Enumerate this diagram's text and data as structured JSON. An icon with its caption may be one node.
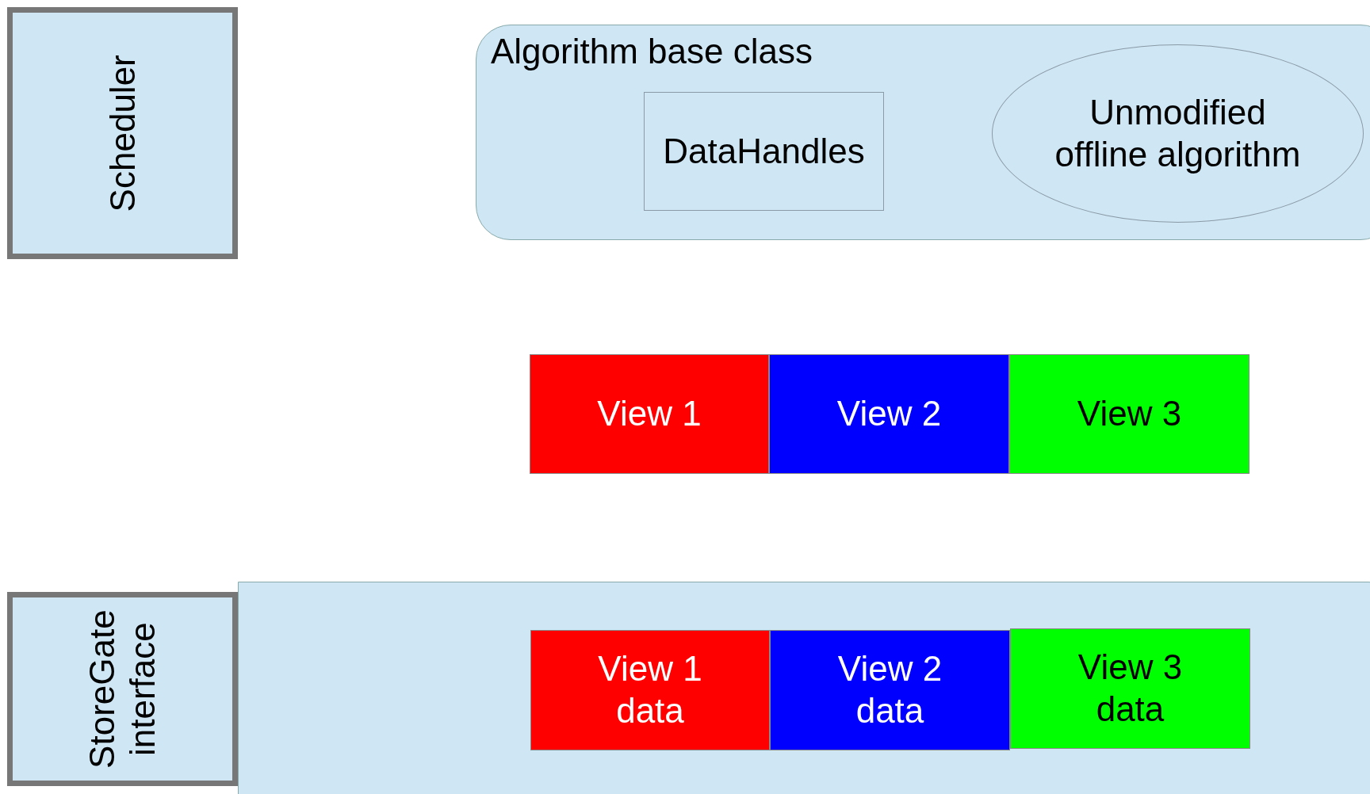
{
  "diagram": {
    "nodes": [
      {
        "text": [
          "Scheduler"
        ]
      },
      {
        "text": [
          "Algorithm base class"
        ]
      },
      {
        "text": [
          "DataHandles"
        ],
        "in": 1
      },
      {
        "text": [
          "Unmodified offline algorithm"
        ],
        "in": 1
      },
      {
        "text": [
          "View 1"
        ]
      },
      {
        "text": [
          "View 2"
        ]
      },
      {
        "text": [
          "View 3"
        ]
      },
      {
        "text": [],
        "shape": "box"
      },
      {
        "text": [
          "StoreGate interface"
        ]
      },
      {
        "text": [
          "View 1 data"
        ],
        "in": 7
      },
      {
        "text": [
          "View 2 data"
        ],
        "in": 7
      },
      {
        "text": [
          "View 3 data"
        ],
        "in": 7
      }
    ]
  }
}
